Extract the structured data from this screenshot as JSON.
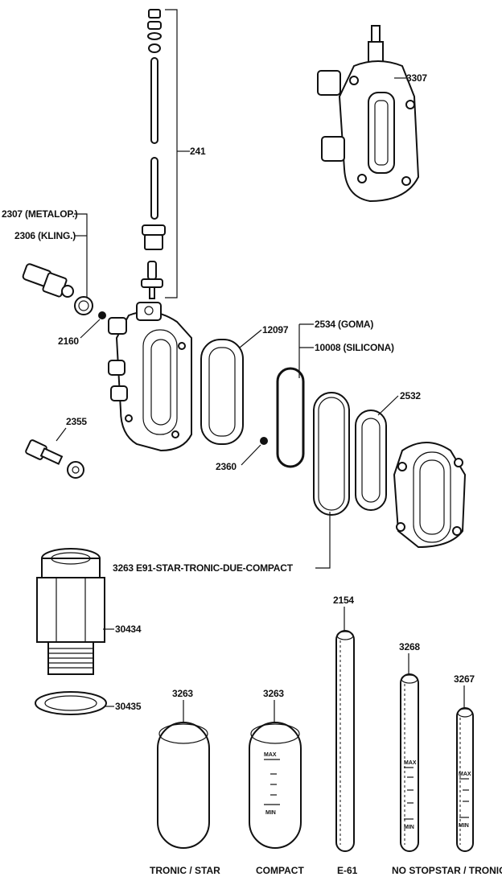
{
  "labels": {
    "p241": "241",
    "p3307": "3307",
    "p2307": "2307 (METALOP.)",
    "p2306": "2306 (KLING.)",
    "p2160": "2160",
    "p12097": "12097",
    "p2534": "2534 (GOMA)",
    "p10008": "10008 (SILICONA)",
    "p2532": "2532",
    "p2355": "2355",
    "p2360": "2360",
    "p3263main": "3263 E91-STAR-TRONIC-DUE-COMPACT",
    "p30434": "30434",
    "p30435": "30435",
    "p2154": "2154",
    "p3268": "3268",
    "p3267": "3267",
    "p3263a": "3263",
    "p3263b": "3263"
  },
  "captions": {
    "tronic_star": "TRONIC / STAR",
    "compact": "COMPACT",
    "e61": "E-61",
    "no_stop": "NO STOP",
    "star_tronic": "STAR / TRONIC"
  },
  "scale_marks": {
    "max": "MAX",
    "min": "MIN"
  }
}
